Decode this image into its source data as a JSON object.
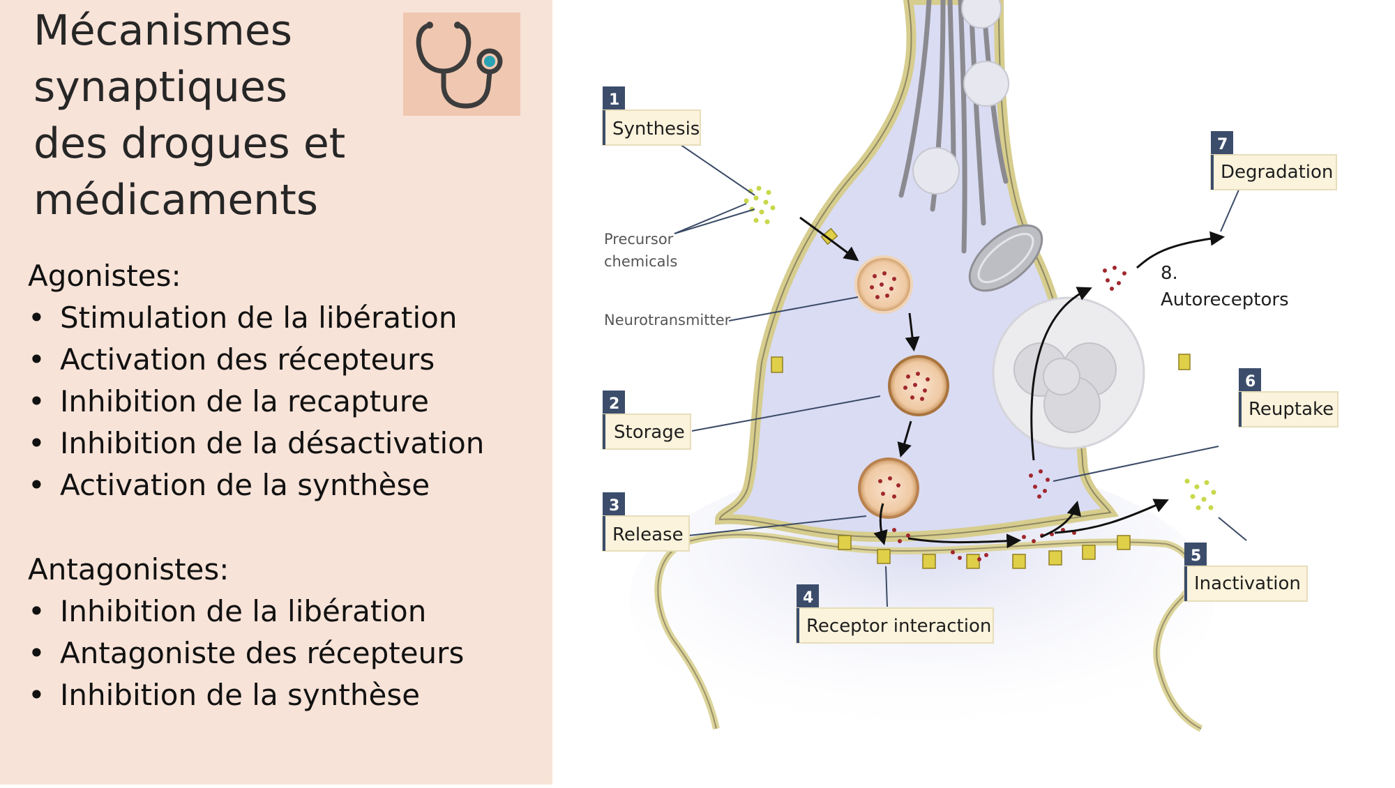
{
  "slide": {
    "title_lines": [
      "Mécanismes",
      "synaptiques",
      "des drogues et",
      "médicaments"
    ],
    "icon": "stethoscope-icon",
    "colors": {
      "panel_bg": "#f8e3d8",
      "icon_bg": "#f0c7b0",
      "icon_stroke": "#3c3c3c",
      "icon_accent": "#2aa3b4"
    }
  },
  "agonists": {
    "heading": "Agonistes:",
    "items": [
      "Stimulation de la libération",
      "Activation des récepteurs",
      "Inhibition de la recapture",
      "Inhibition de la désactivation",
      "Activation de la synthèse"
    ]
  },
  "antagonists": {
    "heading": "Antagonistes:",
    "items": [
      "Inhibition de la libération",
      "Antagoniste des récepteurs",
      "Inhibition de la synthèse"
    ]
  },
  "diagram": {
    "bullet_glyph": "•",
    "labels": {
      "synthesis": {
        "number": "1",
        "text": "Synthesis"
      },
      "storage": {
        "number": "2",
        "text": "Storage"
      },
      "release": {
        "number": "3",
        "text": "Release"
      },
      "receptor_interaction": {
        "number": "4",
        "text": "Receptor interaction"
      },
      "inactivation": {
        "number": "5",
        "text": "Inactivation"
      },
      "reuptake": {
        "number": "6",
        "text": "Reuptake"
      },
      "degradation": {
        "number": "7",
        "text": "Degradation"
      },
      "autoreceptors": {
        "number": "8.",
        "text": "Autoreceptors"
      }
    },
    "precursor_lines": [
      "Precursor",
      "chemicals"
    ],
    "neurotransmitter": "Neurotransmitter"
  }
}
